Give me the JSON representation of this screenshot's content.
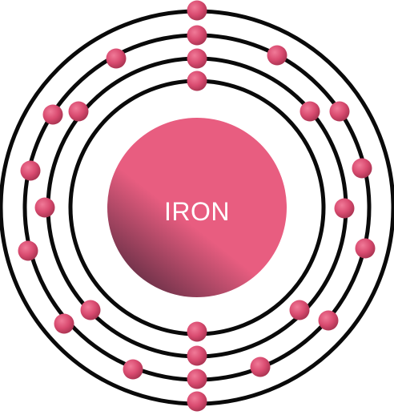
{
  "element": {
    "name": "IRON",
    "shell_electrons": [
      2,
      8,
      14,
      2
    ]
  },
  "colors": {
    "orbit": "#0a0a0a",
    "electron": "#d94b70",
    "electron_highlight": "#f07a98",
    "electron_shade": "#a6324f",
    "nucleus_light": "#e85d80",
    "nucleus_dark": "#6a3047",
    "label_text": "#ffffff",
    "background": "#ffffff"
  }
}
